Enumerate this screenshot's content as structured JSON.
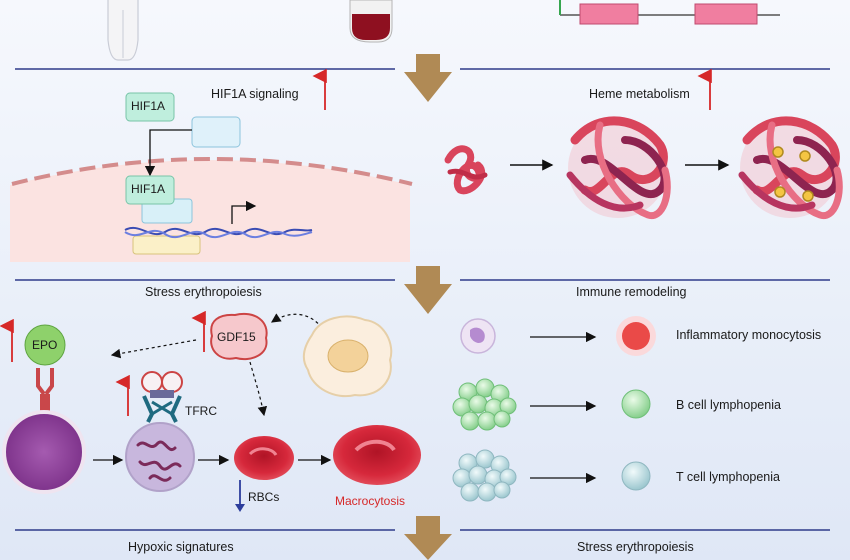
{
  "colors": {
    "divider": "#2e3a8a",
    "up_arrow": "#d62828",
    "down_arrow": "#2c3d9c",
    "flow_arrow": "#b08a55",
    "cell_pink": "#fbe3e1",
    "heme_red": "#d9455c",
    "rbc_red": "#d6283b"
  },
  "icons": [
    "human-figure-icon",
    "blood-bag-icon",
    "gene-track-icon",
    "hif1a-box",
    "dna-helix-icon",
    "heme-protein-icon",
    "macrophage-icon",
    "epo-receptor-icon",
    "erythroblast-icon",
    "tfrc-receptor-icon",
    "red-blood-cell-icon",
    "monocyte-icon",
    "b-cell-cluster-icon",
    "t-cell-cluster-icon"
  ],
  "panel1": {
    "left_title": "HIF1A signaling",
    "right_title": "Heme metabolism",
    "hif1a_top": "HIF1A",
    "hif1a_bottom": "HIF1A"
  },
  "panel2": {
    "left_title": "Stress erythropoiesis",
    "right_title": "Immune remodeling",
    "epo": "EPO",
    "gdf15": "GDF15",
    "tfrc": "TFRC",
    "rbcs": "RBCs",
    "macrocytosis": "Macrocytosis",
    "immune": [
      "Inflammatory monocytosis",
      "B cell lymphopenia",
      "T cell lymphopenia"
    ]
  },
  "panel3": {
    "left_title": "Hypoxic signatures",
    "right_title": "Stress erythropoiesis"
  }
}
